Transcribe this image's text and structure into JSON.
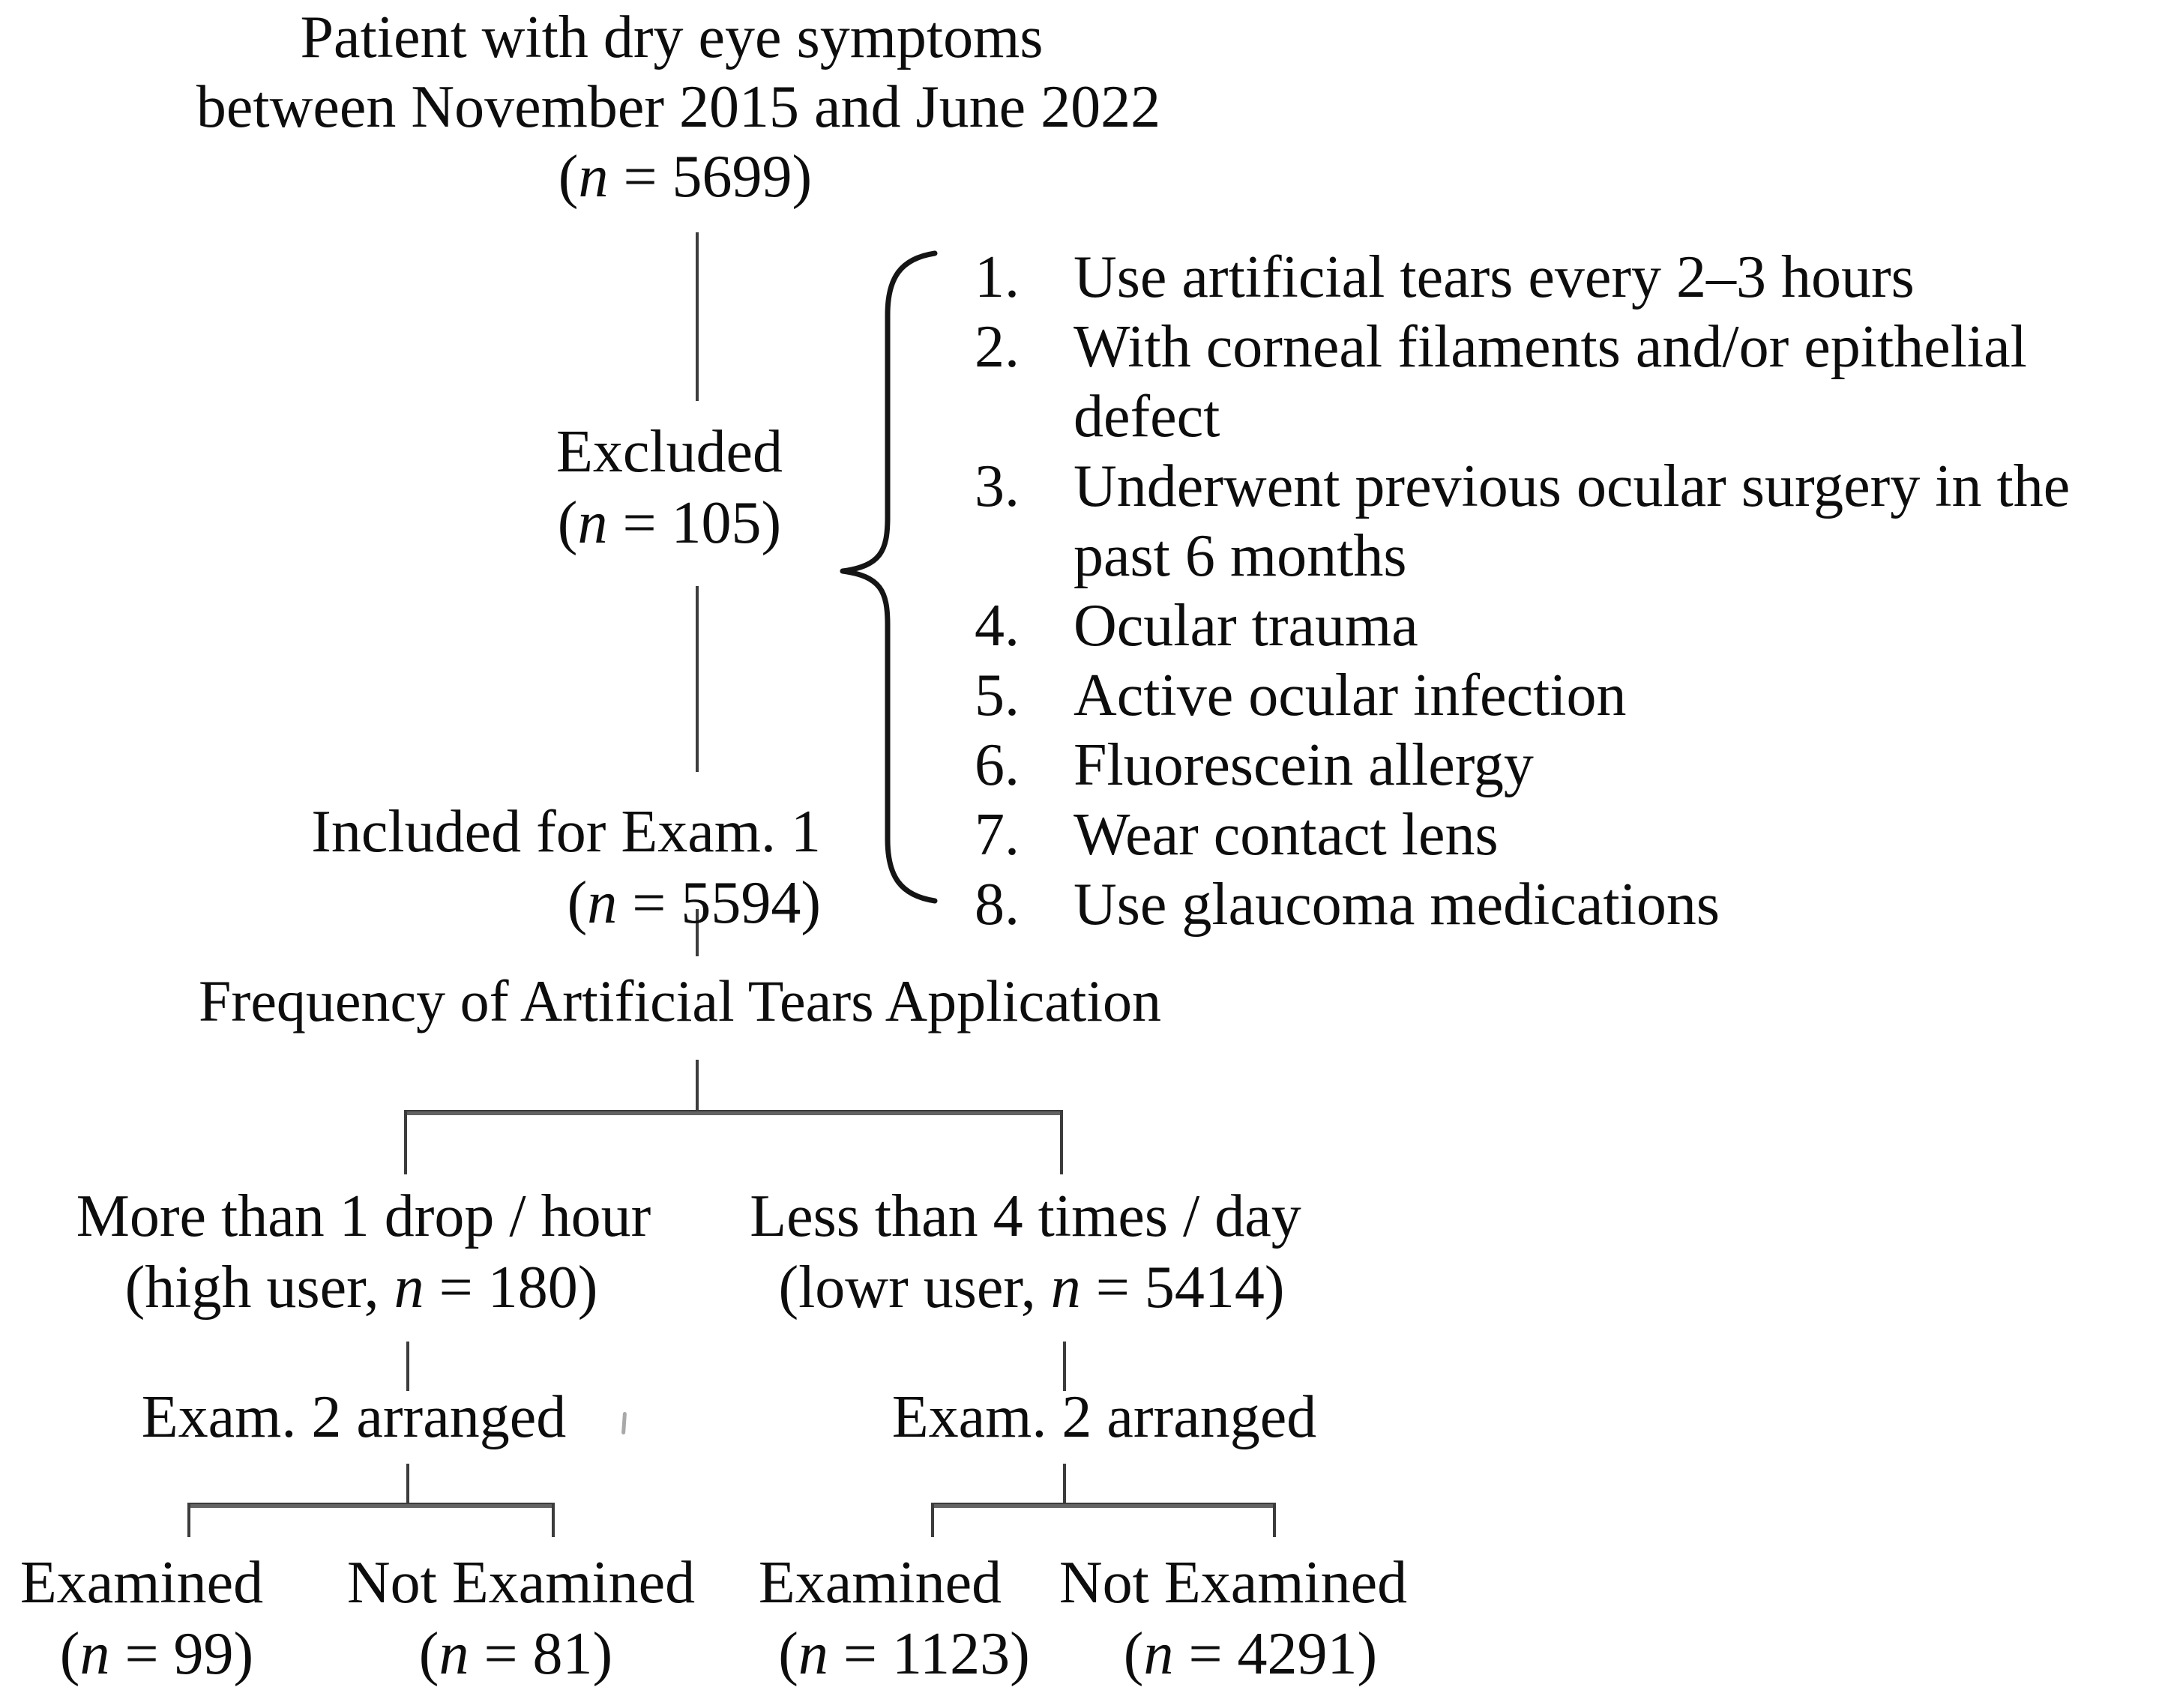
{
  "flowchart": {
    "top_node": {
      "line1": "Patient with dry eye symptoms",
      "line2": "between November 2015 and June 2022",
      "n": "(n = 5699)"
    },
    "excluded_node": {
      "label": "Excluded",
      "n": "(n = 105)"
    },
    "exclusion_list": [
      {
        "num": "1.",
        "lines": [
          "Use artificial tears every 2–3 hours"
        ]
      },
      {
        "num": "2.",
        "lines": [
          "With corneal filaments and/or epithelial",
          "defect"
        ]
      },
      {
        "num": "3.",
        "lines": [
          "Underwent previous ocular surgery in the",
          "past 6 months"
        ]
      },
      {
        "num": "4.",
        "lines": [
          "Ocular trauma"
        ]
      },
      {
        "num": "5.",
        "lines": [
          "Active ocular infection"
        ]
      },
      {
        "num": "6.",
        "lines": [
          "Fluorescein allergy"
        ]
      },
      {
        "num": "7.",
        "lines": [
          "Wear contact lens"
        ]
      },
      {
        "num": "8.",
        "lines": [
          "Use glaucoma medications"
        ]
      }
    ],
    "included_node": {
      "label": "Included for Exam. 1",
      "n": "(n = 5594)"
    },
    "frequency_node": {
      "label": "Frequency of Artificial Tears Application"
    },
    "high_user_node": {
      "label": "More than 1 drop / hour",
      "n": "(high user, n = 180)"
    },
    "low_user_node": {
      "label": "Less than 4 times / day",
      "n": "(lowr user, n = 5414)"
    },
    "exam2_left": {
      "label": "Exam. 2 arranged"
    },
    "exam2_right": {
      "label": "Exam. 2 arranged"
    },
    "outcomes": [
      {
        "label": "Examined",
        "n": "(n = 99)"
      },
      {
        "label": "Not Examined",
        "n": "(n = 81)"
      },
      {
        "label": "Examined",
        "n": "(n = 1123)"
      },
      {
        "label": "Not Examined",
        "n": "(n = 4291)"
      }
    ],
    "colors": {
      "text": "#0d0d0d",
      "connector": "#3c3c3c",
      "branch_bar": "#636363",
      "brace": "#151515",
      "background": "#ffffff"
    }
  }
}
